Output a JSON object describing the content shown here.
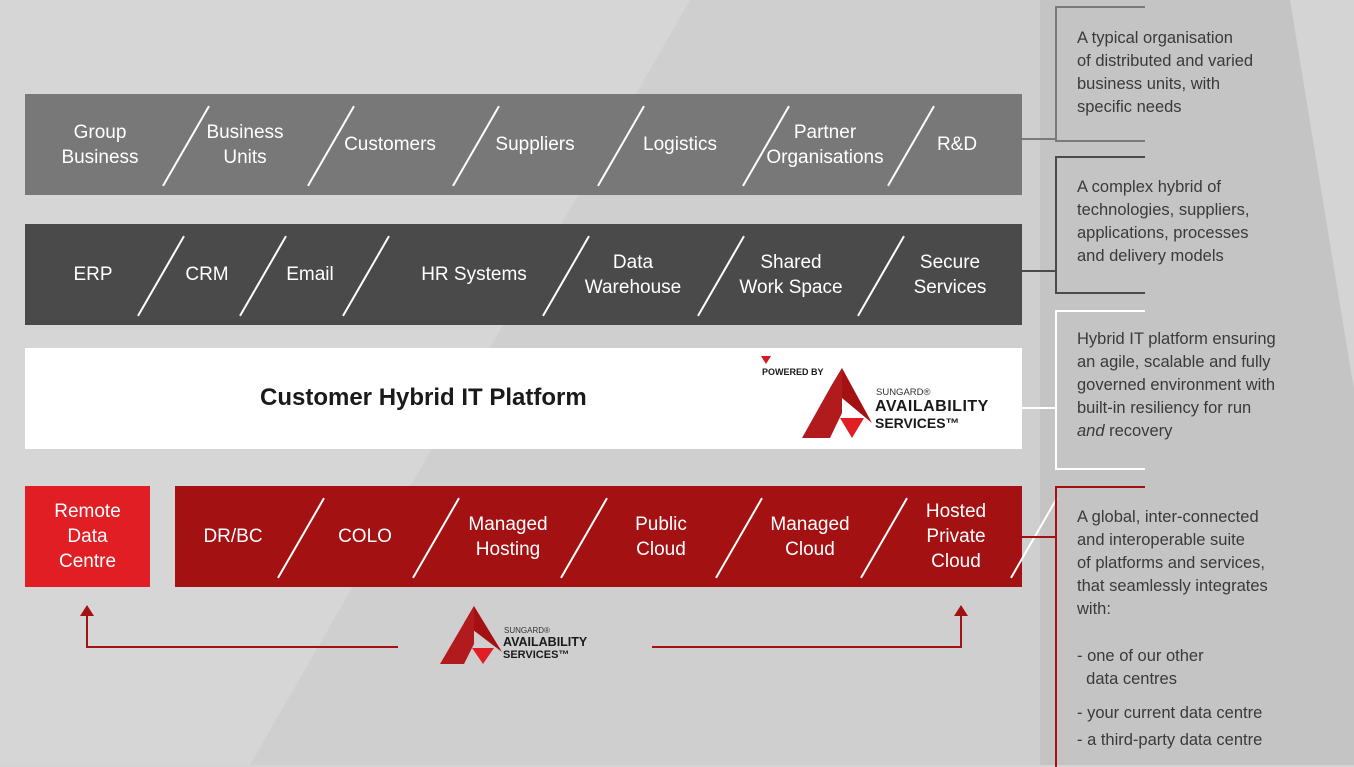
{
  "layers": {
    "business_units": [
      "Group\nBusiness",
      "Business\nUnits",
      "Customers",
      "Suppliers",
      "Logistics",
      "Partner\nOrganisations",
      "R&D"
    ],
    "applications": [
      "ERP",
      "CRM",
      "Email",
      "HR Systems",
      "Data\nWarehouse",
      "Shared\nWork Space",
      "Secure\nServices"
    ],
    "platform": {
      "title": "Customer Hybrid IT Platform",
      "powered_by": "POWERED BY",
      "brand_small": "SUNGARD®",
      "brand_line1": "AVAILABILITY",
      "brand_line2": "SERVICES™"
    },
    "remote": "Remote\nData\nCentre",
    "services": [
      "DR/BC",
      "COLO",
      "Managed\nHosting",
      "Public\nCloud",
      "Managed\nCloud",
      "Hosted\nPrivate\nCloud"
    ]
  },
  "bottom_logo": {
    "brand_small": "SUNGARD®",
    "brand_line1": "AVAILABILITY",
    "brand_line2": "SERVICES™"
  },
  "notes": {
    "note1": "A typical organisation\nof distributed and varied\nbusiness units, with\nspecific needs",
    "note2": "A complex hybrid of\ntechnologies, suppliers,\napplications, processes\nand delivery models",
    "note3_part1": "Hybrid IT platform ensuring\nan agile, scalable and fully\ngoverned environment with\nbuilt-in resiliency for run",
    "note3_em": "and",
    "note3_part2": " recovery",
    "note4": "A global, inter-connected\nand interoperable suite\nof platforms and services,\nthat seamlessly integrates\nwith:",
    "note4_items": [
      "- one of our other\n  data centres",
      "- your current data centre",
      "- a third-party data centre"
    ]
  },
  "colors": {
    "band1": "#787878",
    "band2": "#4a4a4a",
    "band3": "#ffffff",
    "band4": "#a41113",
    "remote": "#e01e24",
    "brand_red": "#d71920",
    "dark_red": "#a41113"
  }
}
